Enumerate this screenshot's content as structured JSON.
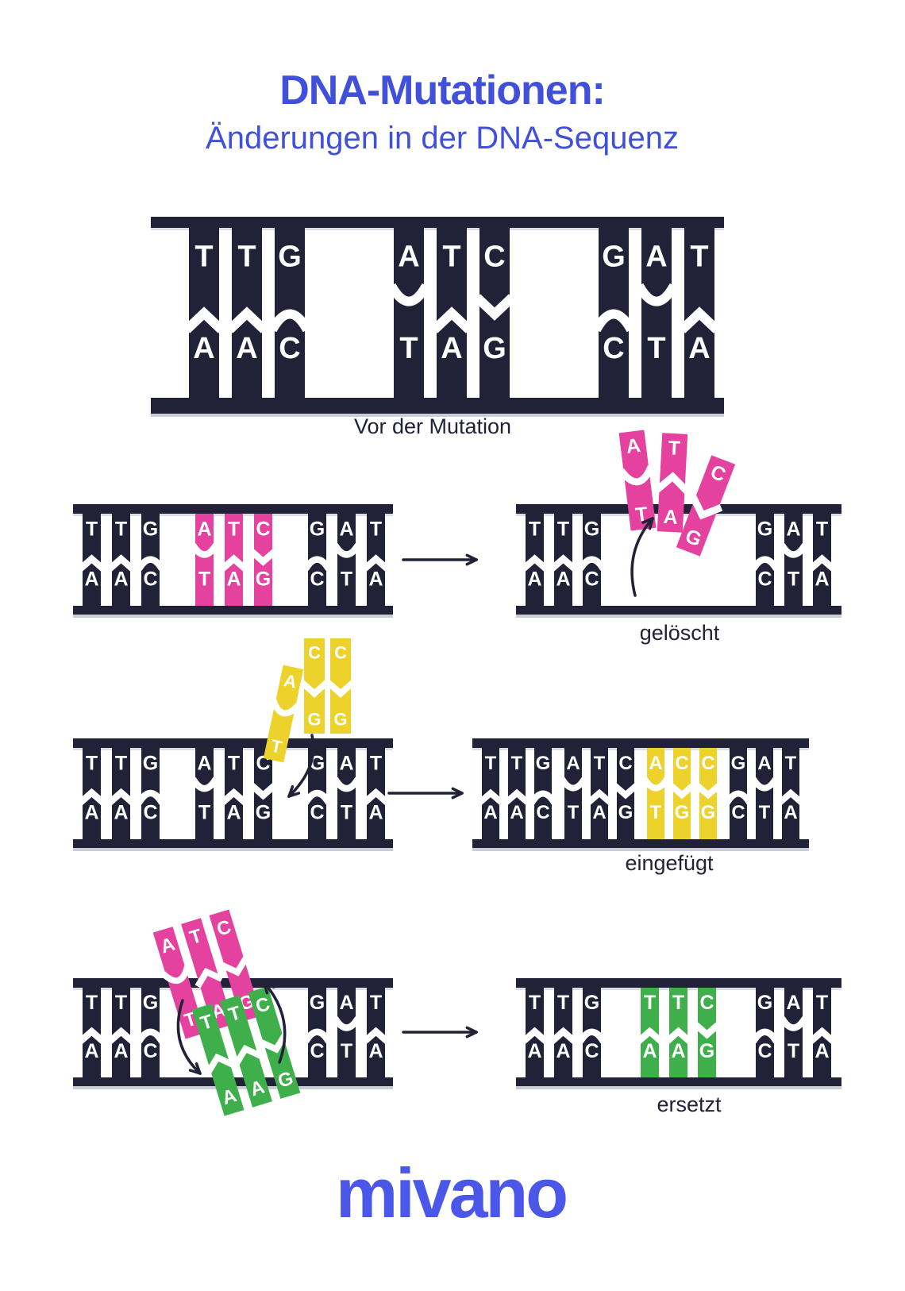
{
  "title": "DNA-Mutationen:",
  "subtitle": "Änderungen in der DNA-Sequenz",
  "brand": "mivano",
  "captions": {
    "before": "Vor der Mutation",
    "deleted": "gelöscht",
    "inserted": "eingefügt",
    "replaced": "ersetzt"
  },
  "colors": {
    "navy": "#212237",
    "pink": "#E5419F",
    "yellow": "#EDD22C",
    "green": "#3EAF4A",
    "title_blue": "#4150DB",
    "logo_blue": "#4A57E8",
    "rail_shadow": "#CACCD6",
    "top_shadow": "#DCDDE4",
    "letter": "#FFFFFF",
    "background": "#FFFFFF"
  },
  "sequences": {
    "before": [
      [
        {
          "t": "T",
          "b": "A",
          "j": "peak",
          "c": "navy"
        },
        {
          "t": "T",
          "b": "A",
          "j": "peak",
          "c": "navy"
        },
        {
          "t": "G",
          "b": "C",
          "j": "dome",
          "c": "navy"
        }
      ],
      [
        {
          "t": "A",
          "b": "T",
          "j": "cup",
          "c": "navy"
        },
        {
          "t": "T",
          "b": "A",
          "j": "peak",
          "c": "navy"
        },
        {
          "t": "C",
          "b": "G",
          "j": "vee",
          "c": "navy"
        }
      ],
      [
        {
          "t": "G",
          "b": "C",
          "j": "dome",
          "c": "navy"
        },
        {
          "t": "A",
          "b": "T",
          "j": "cup",
          "c": "navy"
        },
        {
          "t": "T",
          "b": "A",
          "j": "peak",
          "c": "navy"
        }
      ]
    ],
    "deletion_left": [
      [
        {
          "t": "T",
          "b": "A",
          "j": "peak",
          "c": "navy"
        },
        {
          "t": "T",
          "b": "A",
          "j": "peak",
          "c": "navy"
        },
        {
          "t": "G",
          "b": "C",
          "j": "dome",
          "c": "navy"
        }
      ],
      [
        {
          "t": "A",
          "b": "T",
          "j": "cup",
          "c": "pink"
        },
        {
          "t": "T",
          "b": "A",
          "j": "peak",
          "c": "pink"
        },
        {
          "t": "C",
          "b": "G",
          "j": "vee",
          "c": "pink"
        }
      ],
      [
        {
          "t": "G",
          "b": "C",
          "j": "dome",
          "c": "navy"
        },
        {
          "t": "A",
          "b": "T",
          "j": "cup",
          "c": "navy"
        },
        {
          "t": "T",
          "b": "A",
          "j": "peak",
          "c": "navy"
        }
      ]
    ],
    "deletion_right": [
      [
        {
          "t": "T",
          "b": "A",
          "j": "peak",
          "c": "navy"
        },
        {
          "t": "T",
          "b": "A",
          "j": "peak",
          "c": "navy"
        },
        {
          "t": "G",
          "b": "C",
          "j": "dome",
          "c": "navy"
        }
      ],
      {
        "spacer": true
      },
      [
        {
          "t": "G",
          "b": "C",
          "j": "dome",
          "c": "navy"
        },
        {
          "t": "A",
          "b": "T",
          "j": "cup",
          "c": "navy"
        },
        {
          "t": "T",
          "b": "A",
          "j": "peak",
          "c": "navy"
        }
      ]
    ],
    "insertion_left": [
      [
        {
          "t": "T",
          "b": "A",
          "j": "peak",
          "c": "navy"
        },
        {
          "t": "T",
          "b": "A",
          "j": "peak",
          "c": "navy"
        },
        {
          "t": "G",
          "b": "C",
          "j": "dome",
          "c": "navy"
        }
      ],
      [
        {
          "t": "A",
          "b": "T",
          "j": "cup",
          "c": "navy"
        },
        {
          "t": "T",
          "b": "A",
          "j": "peak",
          "c": "navy"
        },
        {
          "t": "C",
          "b": "G",
          "j": "vee",
          "c": "navy"
        }
      ],
      [
        {
          "t": "G",
          "b": "C",
          "j": "dome",
          "c": "navy"
        },
        {
          "t": "A",
          "b": "T",
          "j": "cup",
          "c": "navy"
        },
        {
          "t": "T",
          "b": "A",
          "j": "peak",
          "c": "navy"
        }
      ]
    ],
    "insertion_right": [
      [
        {
          "t": "T",
          "b": "A",
          "j": "peak",
          "c": "navy"
        },
        {
          "t": "T",
          "b": "A",
          "j": "peak",
          "c": "navy"
        },
        {
          "t": "G",
          "b": "C",
          "j": "dome",
          "c": "navy"
        }
      ],
      [
        {
          "t": "A",
          "b": "T",
          "j": "cup",
          "c": "navy"
        },
        {
          "t": "T",
          "b": "A",
          "j": "peak",
          "c": "navy"
        },
        {
          "t": "C",
          "b": "G",
          "j": "vee",
          "c": "navy"
        }
      ],
      [
        {
          "t": "A",
          "b": "T",
          "j": "cup",
          "c": "yellow"
        },
        {
          "t": "C",
          "b": "G",
          "j": "vee",
          "c": "yellow"
        },
        {
          "t": "C",
          "b": "G",
          "j": "vee",
          "c": "yellow"
        }
      ],
      [
        {
          "t": "G",
          "b": "C",
          "j": "dome",
          "c": "navy"
        },
        {
          "t": "A",
          "b": "T",
          "j": "cup",
          "c": "navy"
        },
        {
          "t": "T",
          "b": "A",
          "j": "peak",
          "c": "navy"
        }
      ]
    ],
    "replacement_left": [
      [
        {
          "t": "T",
          "b": "A",
          "j": "peak",
          "c": "navy"
        },
        {
          "t": "T",
          "b": "A",
          "j": "peak",
          "c": "navy"
        },
        {
          "t": "G",
          "b": "C",
          "j": "dome",
          "c": "navy"
        }
      ],
      {
        "spacer": true
      },
      [
        {
          "t": "G",
          "b": "C",
          "j": "dome",
          "c": "navy"
        },
        {
          "t": "A",
          "b": "T",
          "j": "cup",
          "c": "navy"
        },
        {
          "t": "T",
          "b": "A",
          "j": "peak",
          "c": "navy"
        }
      ]
    ],
    "replacement_right": [
      [
        {
          "t": "T",
          "b": "A",
          "j": "peak",
          "c": "navy"
        },
        {
          "t": "T",
          "b": "A",
          "j": "peak",
          "c": "navy"
        },
        {
          "t": "G",
          "b": "C",
          "j": "dome",
          "c": "navy"
        }
      ],
      [
        {
          "t": "T",
          "b": "A",
          "j": "peak",
          "c": "green"
        },
        {
          "t": "T",
          "b": "A",
          "j": "peak",
          "c": "green"
        },
        {
          "t": "C",
          "b": "G",
          "j": "vee",
          "c": "green"
        }
      ],
      [
        {
          "t": "G",
          "b": "C",
          "j": "dome",
          "c": "navy"
        },
        {
          "t": "A",
          "b": "T",
          "j": "cup",
          "c": "navy"
        },
        {
          "t": "T",
          "b": "A",
          "j": "peak",
          "c": "navy"
        }
      ]
    ],
    "deletion_pieces": [
      {
        "t": "A",
        "b": "T",
        "j": "cup",
        "c": "pink"
      },
      {
        "t": "T",
        "b": "A",
        "j": "peak",
        "c": "pink"
      },
      {
        "t": "C",
        "b": "G",
        "j": "vee",
        "c": "pink"
      }
    ],
    "insertion_pieces": [
      {
        "t": "A",
        "b": "T",
        "j": "cup",
        "c": "yellow"
      },
      {
        "t": "C",
        "b": "G",
        "j": "vee",
        "c": "yellow"
      },
      {
        "t": "C",
        "b": "G",
        "j": "vee",
        "c": "yellow"
      }
    ],
    "replacement_pink_block": [
      {
        "t": "A",
        "b": "T",
        "j": "cup",
        "c": "pink"
      },
      {
        "t": "T",
        "b": "A",
        "j": "peak",
        "c": "pink"
      },
      {
        "t": "C",
        "b": "G",
        "j": "vee",
        "c": "pink"
      }
    ],
    "replacement_green_block": [
      {
        "t": "T",
        "b": "A",
        "j": "peak",
        "c": "green"
      },
      {
        "t": "T",
        "b": "A",
        "j": "peak",
        "c": "green"
      },
      {
        "t": "C",
        "b": "G",
        "j": "vee",
        "c": "green"
      }
    ]
  }
}
